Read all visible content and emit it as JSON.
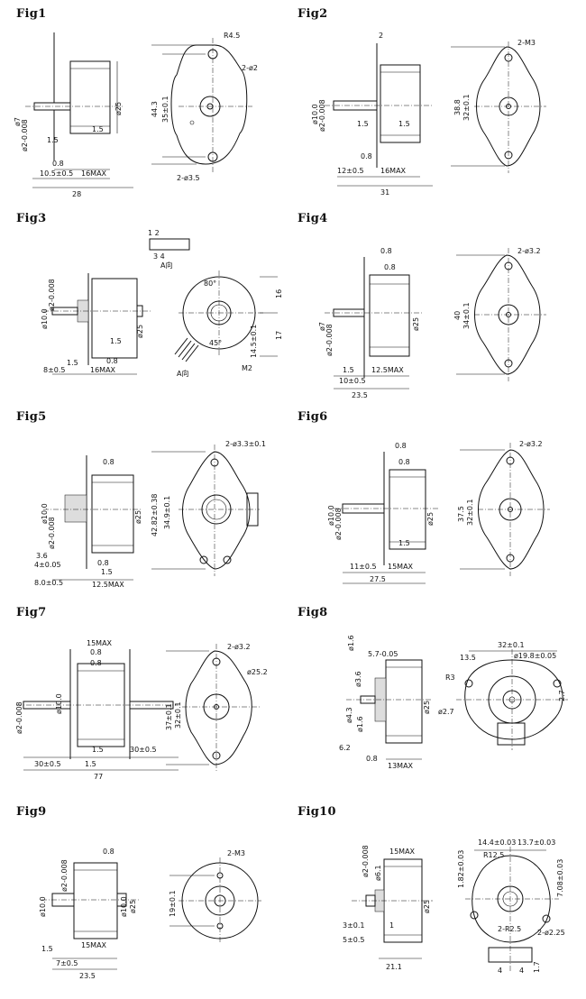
{
  "figures": [
    {
      "title": "Fig1",
      "labels": {
        "r": "R4.5",
        "holes_a": "2-ø2",
        "holes_b": "2-ø3.5",
        "h1": "44.3",
        "h2": "35±0.1",
        "dia": "ø25",
        "shaft": "ø7",
        "shaft2": "ø2-0.008",
        "d1": "1.5",
        "d2": "1.5",
        "d3": "0.8",
        "d4": "10.5±0.5",
        "d5": "16MAX",
        "d6": "28"
      }
    },
    {
      "title": "Fig2",
      "labels": {
        "top": "2",
        "holes": "2-M3",
        "h1": "38.8",
        "h2": "32±0.1",
        "shaft": "ø10.0",
        "shaft2": "ø2-0.008",
        "d1": "1.5",
        "d2": "1.5",
        "d3": "0.8",
        "d4": "12±0.5",
        "d5": "16MAX",
        "d6": "31"
      }
    },
    {
      "title": "Fig3",
      "labels": {
        "pins_top": "1   2",
        "pins_bot": "3   4",
        "view": "A向",
        "view2": "A向",
        "a1": "80°",
        "a2": "45°",
        "h1": "16",
        "h2": "17",
        "h3": "14.5±0.1",
        "dia": "ø25",
        "shaft": "ø10.0",
        "shaft2": "ø2-0.008",
        "m": "M2",
        "d1": "1.5",
        "d2": "1.5",
        "d3": "0.8",
        "d4": "8±0.5",
        "d5": "16MAX"
      }
    },
    {
      "title": "Fig4",
      "labels": {
        "d0": "0.8",
        "d1": "0.8",
        "holes": "2-ø3.2",
        "h1": "40",
        "h2": "34±0.1",
        "dia": "ø25",
        "shaft": "ø7",
        "shaft2": "ø2-0.008",
        "d2": "1.5",
        "d3": "12.5MAX",
        "d4": "10±0.5",
        "d5": "23.5"
      }
    },
    {
      "title": "Fig5",
      "labels": {
        "holes": "2-ø3.3±0.1",
        "h1": "42.82±0.38",
        "h2": "34.9±0.1",
        "dia": "ø25",
        "shaft": "ø10.0",
        "shaft2": "ø2-0.008",
        "d0": "0.8",
        "d1": "3.6",
        "d2": "4±0.05",
        "d3": "0.8",
        "d4": "1.5",
        "d5": "8.0±0.5",
        "d6": "12.5MAX"
      }
    },
    {
      "title": "Fig6",
      "labels": {
        "d0": "0.8",
        "d1": "0.8",
        "holes": "2-ø3.2",
        "h1": "37.5",
        "h2": "32±0.1",
        "dia": "ø25",
        "shaft": "ø10.0",
        "shaft2": "ø2-0.008",
        "d2": "1.5",
        "d3": "11±0.5",
        "d4": "15MAX",
        "d5": "27.5"
      }
    },
    {
      "title": "Fig7",
      "labels": {
        "d0": "15MAX",
        "d1": "0.8",
        "d2": "0.8",
        "holes": "2-ø3.2",
        "dia": "ø25.2",
        "h1": "37±0.1",
        "h2": "32±0.1",
        "shaft": "ø10.0",
        "shaft2": "ø2-0.008",
        "d3": "1.5",
        "d4": "30±0.5",
        "d5": "30±0.5",
        "d6": "1.5",
        "d7": "77"
      }
    },
    {
      "title": "Fig8",
      "labels": {
        "d0": "5.7-0.05",
        "top1": "32±0.1",
        "top2": "ø19.8±0.05",
        "r": "R3",
        "d1": "13.5",
        "d2": "2.7",
        "d3": "ø2.7",
        "dia": "ø25",
        "s1": "ø1.6",
        "s2": "ø3.6",
        "s3": "ø4.3",
        "s4": "ø1.6",
        "d4": "6.2",
        "d5": "0.8",
        "d6": "13MAX"
      }
    },
    {
      "title": "Fig9",
      "labels": {
        "d0": "0.8",
        "holes": "2-M3",
        "h1": "19±0.1",
        "dia": "ø25",
        "shaft": "ø10.0",
        "shaft2": "ø2-0.008",
        "dia2": "ø10.0",
        "d1": "1.5",
        "d2": "15MAX",
        "d3": "7±0.5",
        "d4": "23.5"
      }
    },
    {
      "title": "Fig10",
      "labels": {
        "d0": "15MAX",
        "t1": "14.4±0.03",
        "t2": "13.7±0.03",
        "r": "R12.5",
        "v1": "1.82±0.03",
        "v2": "7.08±0.03",
        "holes1": "2-R2.5",
        "holes2": "2-ø2.25",
        "dia": "ø25",
        "shaft": "ø6.1",
        "shaft2": "ø2-0.008",
        "d1": "3±0.1",
        "d2": "5±0.5",
        "d3": "1",
        "d4": "21.1",
        "d5": "4",
        "d6": "4",
        "d7": "1.7"
      }
    }
  ]
}
